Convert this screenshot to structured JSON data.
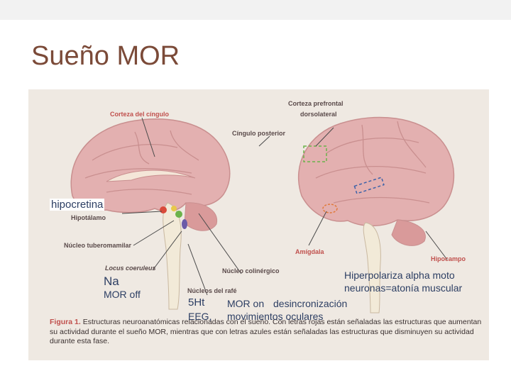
{
  "slide": {
    "title": "Sueño MOR"
  },
  "figure": {
    "labels": {
      "corteza_cingulo": "Corteza del cíngulo",
      "corteza_prefrontal_1": "Corteza prefrontal",
      "corteza_prefrontal_2": "dorsolateral",
      "cingulo_posterior": "Cíngulo posterior",
      "hipotalamo": "Hipotálamo",
      "nucleo_tuberomamilar": "Núcleo tuberomamilar",
      "amigdala": "Amígdala",
      "hipocampo": "Hipocampo",
      "locus_coeruleus": "Locus coeruleus",
      "nucleo_colinergico": "Núcleo colinérgico",
      "nucleos_rafe": "Núcleos del rafé"
    },
    "caption": {
      "label": "Figura 1.",
      "text": "Estructuras neuroanatómicas relacionadas con el sueño. Con letras rojas están señaladas las estructuras que aumentan su actividad durante el sueño MOR, mientras que con letras azules están señaladas las estructuras que disminuyen su actividad durante esta fase."
    }
  },
  "overlays": {
    "hipocretina": "hipocretina",
    "na": "Na",
    "mor_off": "MOR off",
    "five_ht": "5Ht",
    "mor_on": "MOR on",
    "eeg": "EEG,",
    "desincronizacion": "desincronización",
    "movimientos": "movimientos oculares",
    "hiperpolariza_1": "Hiperpolariza alpha moto",
    "hiperpolariza_2": "neuronas=atonía muscular"
  },
  "colors": {
    "title": "#7b4a38",
    "red_label": "#c0504d",
    "overlay_text": "#2c3e63",
    "brain": "#e3b0b0",
    "background": "#efe9e2"
  }
}
